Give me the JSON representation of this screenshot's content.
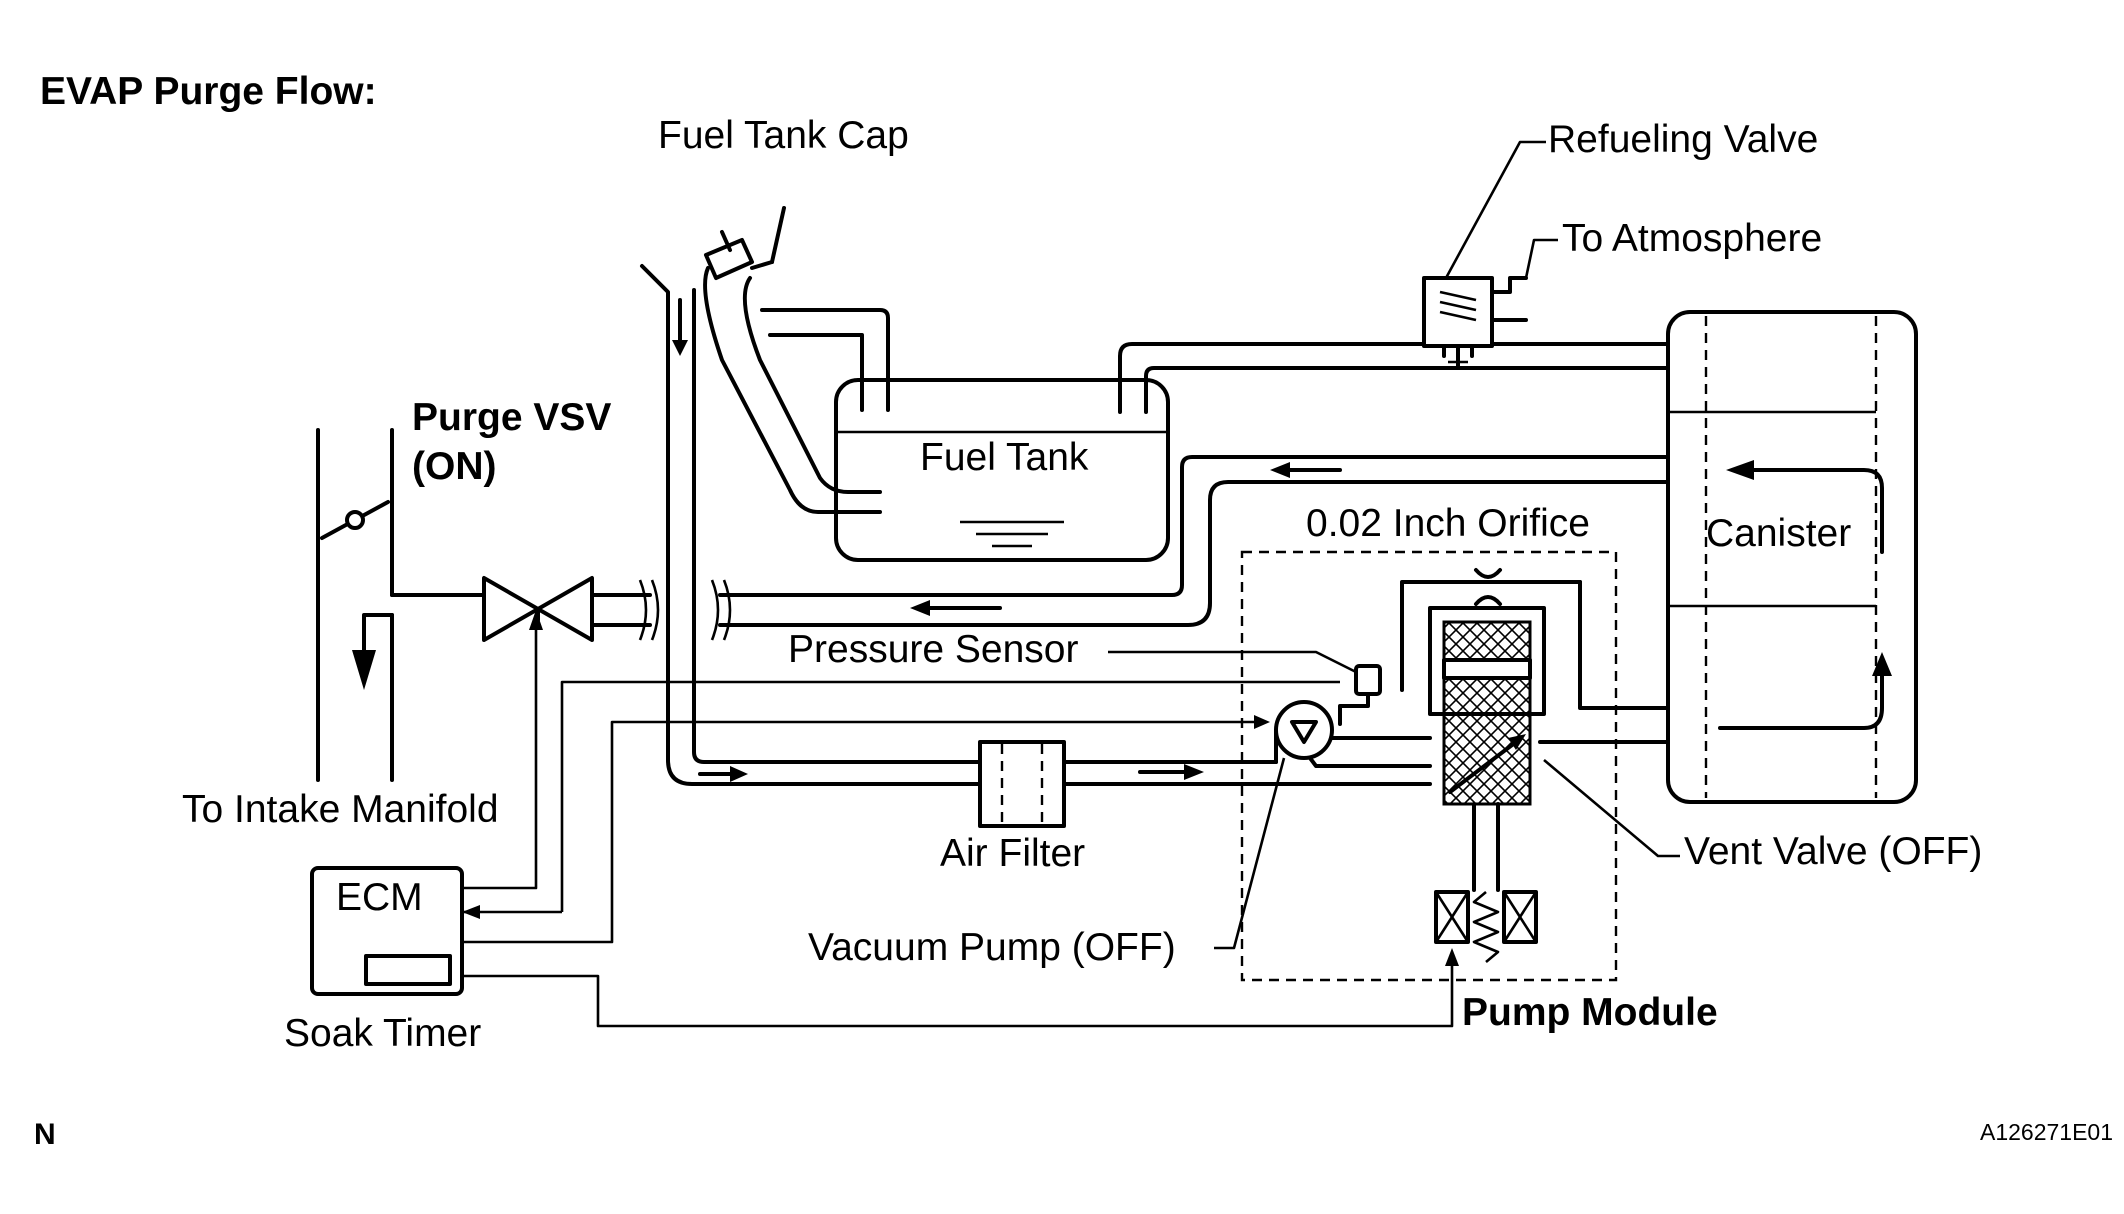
{
  "title": "EVAP Purge Flow:",
  "labels": {
    "fuel_tank_cap": "Fuel Tank Cap",
    "refueling_valve": "Refueling Valve",
    "to_atmosphere": "To Atmosphere",
    "purge_vsv": "Purge VSV",
    "purge_vsv_state": "(ON)",
    "fuel_tank": "Fuel Tank",
    "orifice": "0.02 Inch Orifice",
    "canister": "Canister",
    "pressure_sensor": "Pressure Sensor",
    "to_intake_manifold": "To Intake Manifold",
    "air_filter": "Air Filter",
    "vent_valve": "Vent Valve (OFF)",
    "ecm": "ECM",
    "vacuum_pump": "Vacuum Pump (OFF)",
    "soak_timer": "Soak Timer",
    "pump_module": "Pump Module"
  },
  "corner_left": "N",
  "figure_id": "A126271E01",
  "colors": {
    "line": "#000000",
    "background": "#ffffff",
    "hatch": "#000000"
  }
}
